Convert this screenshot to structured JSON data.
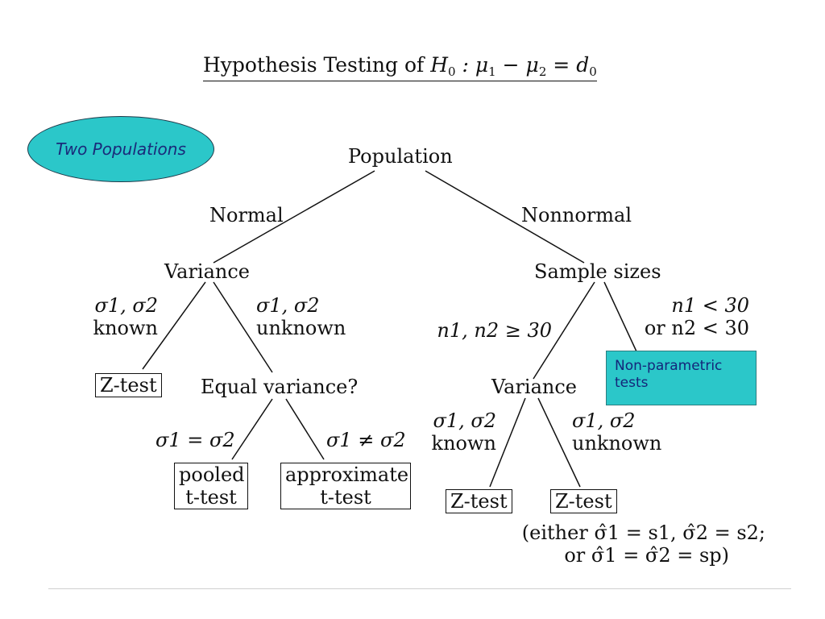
{
  "title": {
    "text": "Hypothesis Testing of ",
    "formula_H": "H",
    "formula_H_sub": "0",
    "formula_rest_a": " : μ",
    "mu1_sub": "1",
    "formula_minus": " − μ",
    "mu2_sub": "2",
    "formula_eq": " = d",
    "d_sub": "0"
  },
  "badge": {
    "label": "Two Populations",
    "color": "#2bc7c9"
  },
  "nodes": {
    "population": "Population",
    "normal": "Normal",
    "nonnormal": "Nonnormal",
    "variance_left": "Variance",
    "sample_sizes": "Sample sizes",
    "known_left_params": "σ1, σ2",
    "known_left_label": "known",
    "unknown_left_params": "σ1, σ2",
    "unknown_left_label": "unknown",
    "ztest_left": "Z-test",
    "equal_variance": "Equal variance?",
    "sigma_equal": "σ1 = σ2",
    "sigma_not_equal": "σ1 ≠ σ2",
    "pooled_line1": "pooled",
    "pooled_line2": "t-test",
    "approx_line1": "approximate",
    "approx_line2": "t-test",
    "large_n": "n1, n2 ≥ 30",
    "small_n_line1": "n1 < 30",
    "small_n_line2": "or n2 < 30",
    "nonparametric": "Non-parametric tests",
    "variance_right": "Variance",
    "known_right_params": "σ1, σ2",
    "known_right_label": "known",
    "unknown_right_params": "σ1, σ2",
    "unknown_right_label": "unknown",
    "ztest_right1": "Z-test",
    "ztest_right2": "Z-test",
    "note_line1": "(either σ̂1 = s1, σ̂2 = s2;",
    "note_line2": "or σ̂1 = σ̂2 = sp)"
  },
  "colors": {
    "accent": "#2bc7c9",
    "accent_text": "#14267a"
  }
}
